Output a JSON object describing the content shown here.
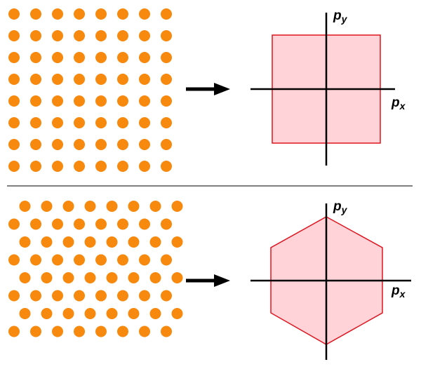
{
  "colors": {
    "dot": "#f7890f",
    "zone_fill": "#ffd3d8",
    "zone_stroke": "#e0141e",
    "axis": "#000000",
    "divider": "#000000"
  },
  "panels": [
    {
      "lattice": "square",
      "rows": 8,
      "cols": 8,
      "zone_shape": "square",
      "axis_labels": {
        "x_main": "p",
        "x_sub": "x",
        "y_main": "p",
        "y_sub": "y"
      }
    },
    {
      "lattice": "hexagonal",
      "rows": 8,
      "cols": 8,
      "zone_shape": "hexagon",
      "axis_labels": {
        "x_main": "p",
        "x_sub": "x",
        "y_main": "p",
        "y_sub": "y"
      }
    }
  ]
}
